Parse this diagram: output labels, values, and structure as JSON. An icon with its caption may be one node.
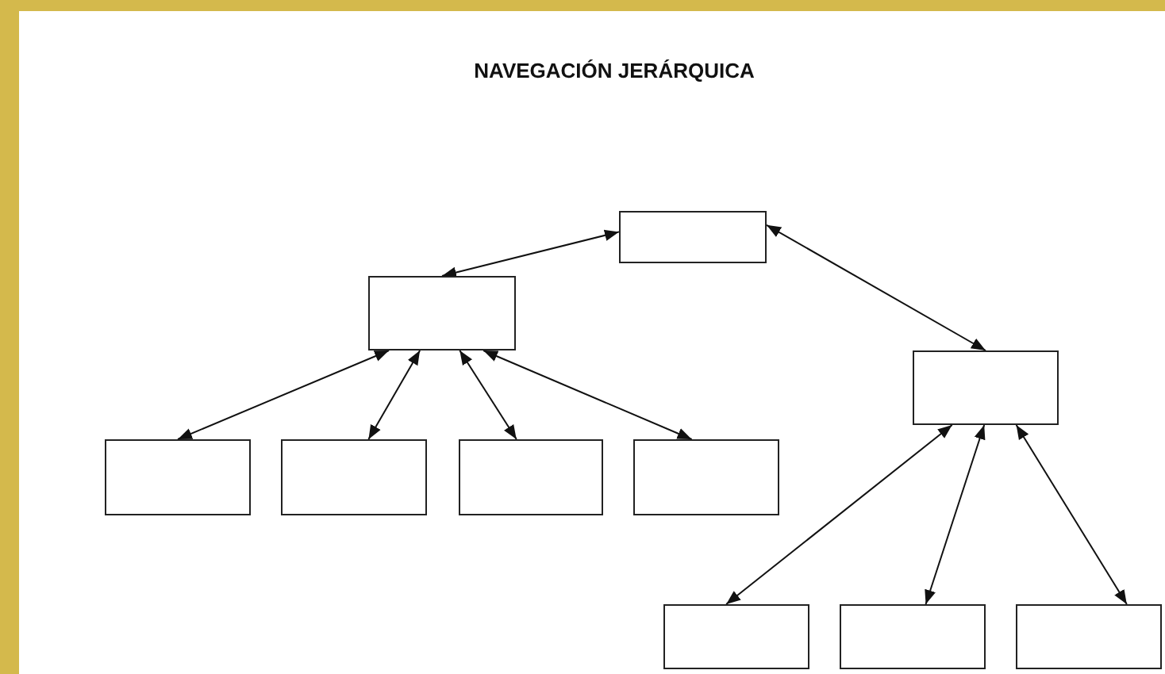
{
  "diagram": {
    "title": "NAVEGACIÓN JERÁRQUICA",
    "nodes": [
      {
        "text": [],
        "shape": "box"
      },
      {
        "text": [],
        "shape": "box"
      },
      {
        "text": [],
        "shape": "box"
      },
      {
        "text": [],
        "shape": "box"
      },
      {
        "text": [],
        "shape": "box"
      },
      {
        "text": [],
        "shape": "box"
      },
      {
        "text": [],
        "shape": "box"
      },
      {
        "text": [],
        "shape": "box"
      },
      {
        "text": [],
        "shape": "box"
      },
      {
        "text": [],
        "shape": "box"
      }
    ],
    "edges": [
      {
        "from": 0,
        "to": 1,
        "arrow": "both"
      },
      {
        "from": 0,
        "to": 2,
        "arrow": "both"
      },
      {
        "from": 1,
        "to": 3,
        "arrow": "both"
      },
      {
        "from": 1,
        "to": 4,
        "arrow": "both"
      },
      {
        "from": 1,
        "to": 5,
        "arrow": "both"
      },
      {
        "from": 1,
        "to": 6,
        "arrow": "both"
      },
      {
        "from": 2,
        "to": 7,
        "arrow": "both"
      },
      {
        "from": 2,
        "to": 8,
        "arrow": "both"
      },
      {
        "from": 2,
        "to": 9,
        "arrow": "both"
      }
    ]
  }
}
